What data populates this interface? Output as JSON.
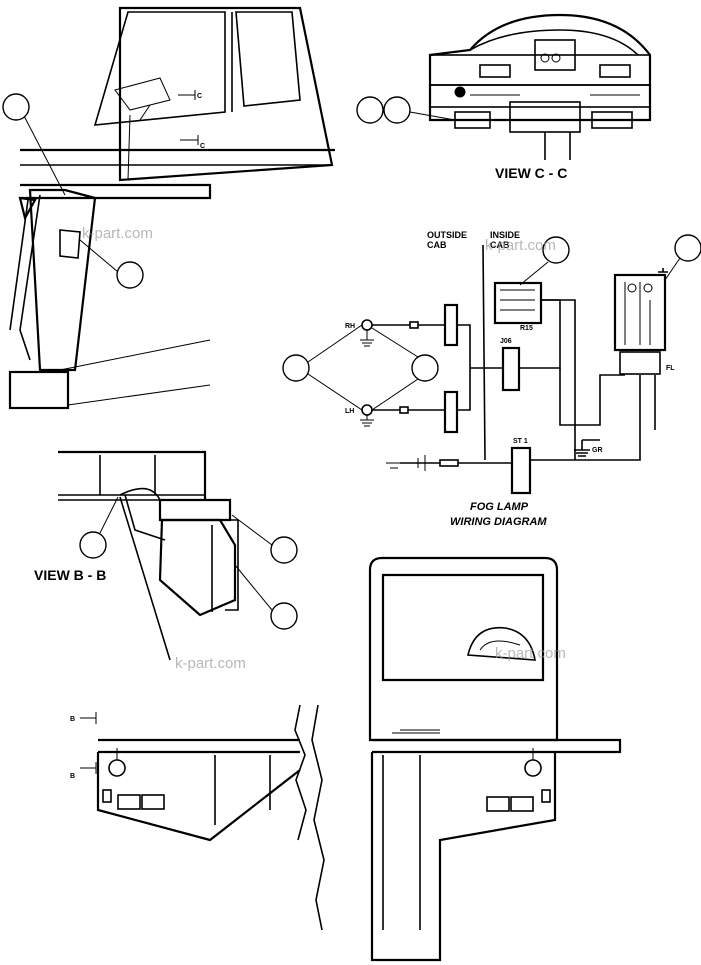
{
  "labels": {
    "view_cc": "VIEW C - C",
    "view_bb": "VIEW B - B",
    "outside_cab": "OUTSIDE\nCAB",
    "inside_cab": "INSIDE\nCAB",
    "fog_title_line1": "FOG LAMP",
    "fog_title_line2": "WIRING DIAGRAM",
    "section_c_top": "C",
    "section_c_bottom": "C",
    "section_b_top": "B",
    "section_b_bottom": "B"
  },
  "wiring": {
    "rh": "RH",
    "lh": "LH",
    "r15": "R15",
    "j06": "J06",
    "st1": "ST 1",
    "gr": "GR",
    "fl": "FL"
  },
  "watermark": "k-part.com"
}
